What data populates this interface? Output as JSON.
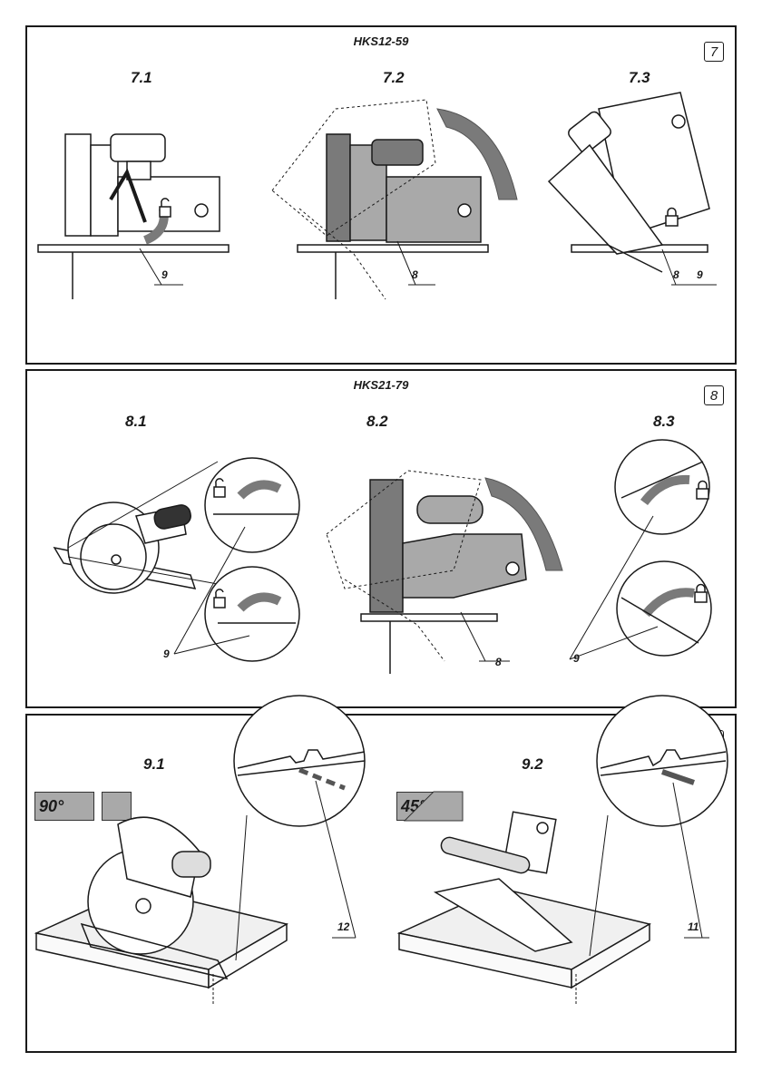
{
  "panels": {
    "p7": {
      "model": "HKS12-59",
      "badge": "7",
      "figs": [
        "7.1",
        "7.2",
        "7.3"
      ],
      "callouts": [
        "9",
        "8",
        "8",
        "9"
      ]
    },
    "p8": {
      "model": "HKS21-79",
      "badge": "8",
      "figs": [
        "8.1",
        "8.2",
        "8.3"
      ],
      "callouts": [
        "9",
        "8",
        "9"
      ]
    },
    "p9": {
      "badge": "9",
      "figs": [
        "9.1",
        "9.2"
      ],
      "angles": [
        "90°",
        "45°"
      ],
      "callouts": [
        "12",
        "11"
      ]
    }
  },
  "icons": [
    "lock-open-icon",
    "lock-closed-icon",
    "rotate-arrow-icon"
  ],
  "colors": {
    "line": "#1a1a1a",
    "fill_gray": "#a9a9a9",
    "dark_gray": "#7a7a7a"
  }
}
